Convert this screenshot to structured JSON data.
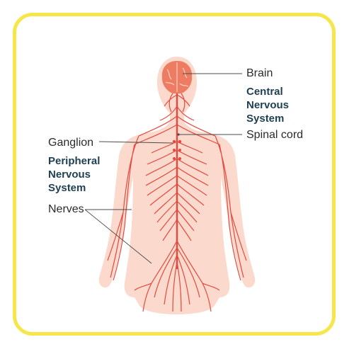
{
  "colors": {
    "frame": "#f6e64a",
    "body": "#fbd9cd",
    "nerve": "#e34a3f",
    "brain": "#ee7c62",
    "leader": "#4b4b4b",
    "system_text": "#1f3f52"
  },
  "labels": {
    "brain": "Brain",
    "central": [
      "Central",
      "Nervous",
      "System"
    ],
    "spinal_cord": "Spinal cord",
    "ganglion": "Ganglion",
    "peripheral": [
      "Peripheral",
      "Nervous",
      "System"
    ],
    "nerves": "Nerves"
  }
}
